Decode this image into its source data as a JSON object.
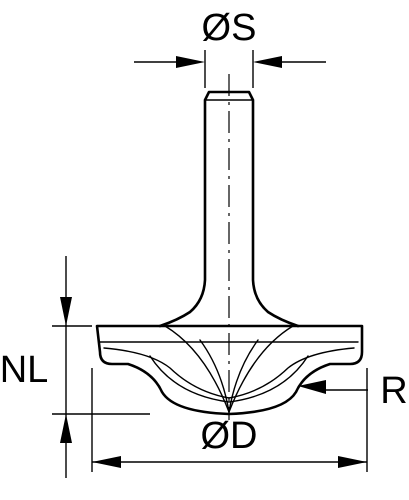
{
  "diagram": {
    "labels": {
      "shank_diameter": "ØS",
      "cutting_length": "NL",
      "radius": "R",
      "cutting_diameter": "ØD"
    },
    "colors": {
      "line": "#000000",
      "background": "#ffffff"
    }
  }
}
